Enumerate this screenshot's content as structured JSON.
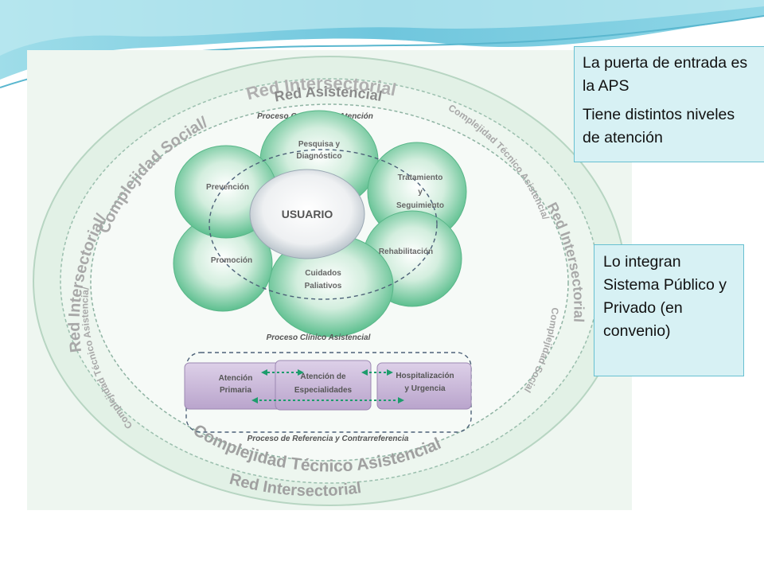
{
  "callouts": {
    "top_line1": "La puerta de entrada es la APS",
    "top_line2": "Tiene distintos niveles de atención",
    "side": "Lo integran Sistema Público y Privado (en convenio)"
  },
  "diagram": {
    "arc_outer_top": "Red Intersectorial",
    "arc_asistencial": "Red Asistencial",
    "arc_social_left": "Complejidad Social/",
    "arc_red_left": "Red Intersectorial/",
    "arc_tecnico_left": "Complejidad Técnico Asistencia/",
    "arc_tecnico_right": "Complejidad Técnico Asistencia/",
    "arc_red_right": "Red Intersectorial",
    "arc_social_right": "Complejidad Social",
    "arc_tecnico_bottom": "Complejidad Técnico Asistencial",
    "arc_red_bottom": "Red Intersectorial",
    "proceso_continuo": "Proceso Continuo de Atención",
    "usuario": "USUARIO",
    "petals": {
      "pesquisa_1": "Pesquisa y",
      "pesquisa_2": "Diagnóstico",
      "tratamiento_1": "Tratamiento",
      "tratamiento_2": "y",
      "tratamiento_3": "Seguimiento",
      "rehabilitacion": "Rehabilitación",
      "cuidados_1": "Cuidados",
      "cuidados_2": "Paliativos",
      "promocion": "Promoción",
      "prevencion": "Prevención"
    },
    "proceso_clinico": "Proceso Clínico Asistencial",
    "levels": {
      "primaria_1": "Atención",
      "primaria_2": "Primaria",
      "especialidades_1": "Atención de",
      "especialidades_2": "Especialidades",
      "hospitalizacion_1": "Hospitalización",
      "hospitalizacion_2": "y Urgencia"
    },
    "proceso_referencia": "Proceso de Referencia y Contrarreferencia"
  },
  "colors": {
    "petal": "#5dbf8f",
    "level_box": "#c8b6d8",
    "callout_bg": "#d7f1f4",
    "arc_text": "#9a9a9a"
  }
}
